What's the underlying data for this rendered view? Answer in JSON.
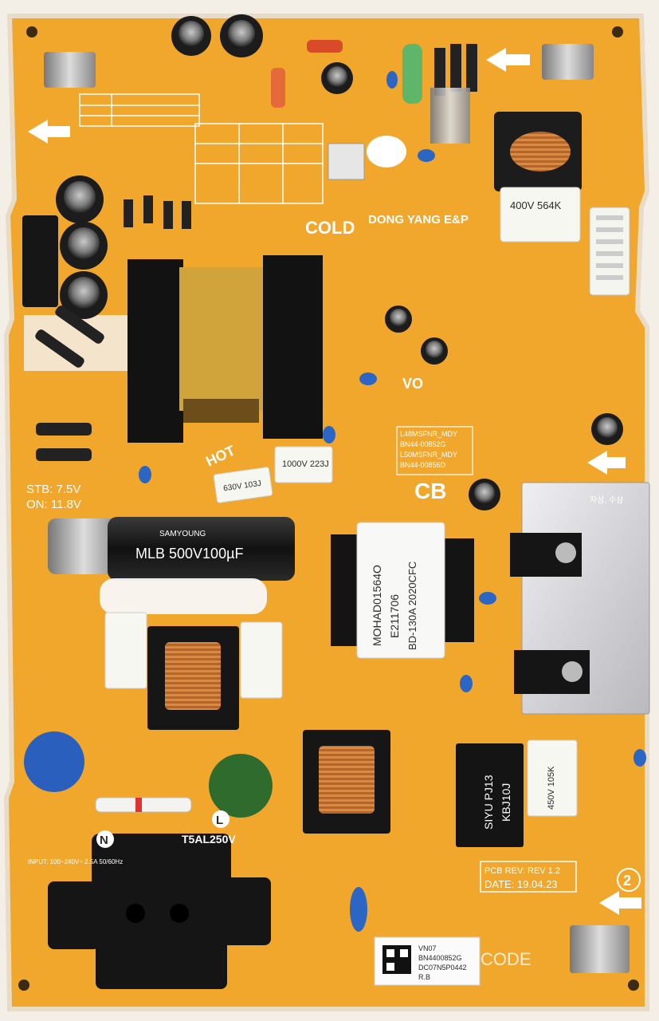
{
  "board": {
    "cold_label": "COLD",
    "hot_label": "HOT",
    "cb_label": "CB",
    "vo_label": "VO",
    "brand": "DONG YANG E&P",
    "stb_label": "STB: 7.5V",
    "on_label": "ON: 11.8V",
    "fuse_rating": "T5AL250V",
    "input_rating": "INPUT: 100~240V~ 2.5A 50/60Hz",
    "korean_label": "자삼, 수삼",
    "code_label": "CODE"
  },
  "pcb_rev": {
    "rev_label": "PCB REV: REV 1.2",
    "date_label": "DATE: 19.04.23"
  },
  "model_block": {
    "line1": "L48MSFNR_MDY",
    "line2": "BN44-00852G",
    "line3": "L50MSFNR_MDY",
    "line4": "BN44-00856D"
  },
  "label_sticker": {
    "line1": "VN07",
    "line2": "BN4400852G",
    "line3": "DC07N5P0442",
    "line4": "R.B"
  },
  "capacitors": {
    "bulk_main": "MLB 500V100µF",
    "bulk_brand": "SAMYOUNG",
    "film_top": "400V 564K",
    "film_mid": "1000V 223J",
    "film_small": "630V 103J",
    "film_bottom": "450V 105K"
  },
  "transformer": {
    "code1": "MOHAD01564O",
    "code2": "E211706",
    "code3": "BD-130A 2020CFC"
  },
  "bridge": {
    "label1": "KBJ10J",
    "label2": "SIYU PJ13"
  },
  "markers": {
    "circle_2": "2",
    "circle_l": "L",
    "circle_n": "N"
  },
  "colors": {
    "pcb": "#f0a72b",
    "silkscreen": "#ffffff",
    "heatsink": "#d9d9dc"
  }
}
